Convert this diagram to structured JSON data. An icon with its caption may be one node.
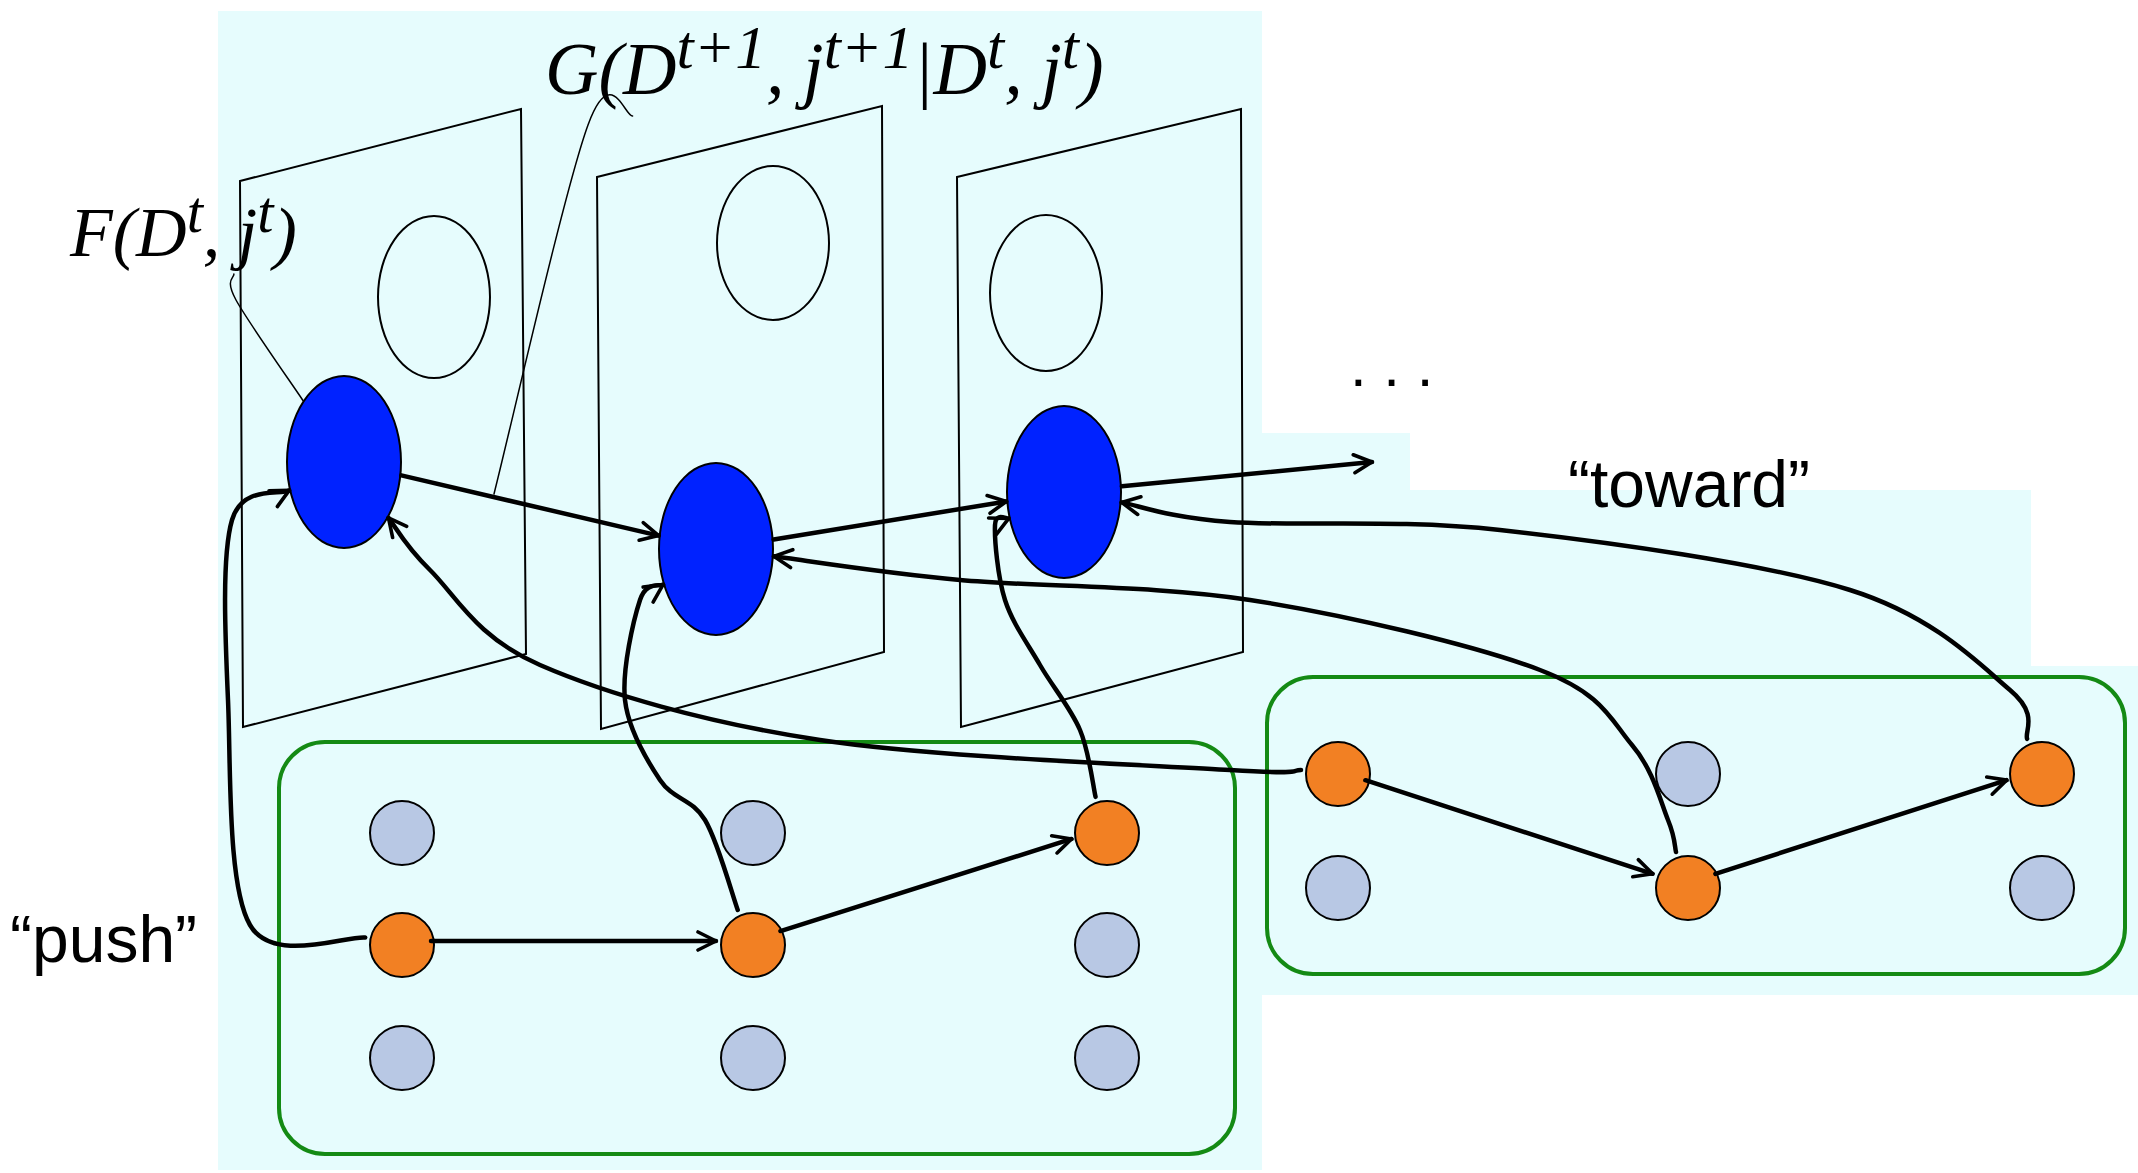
{
  "diagram": {
    "nodes": [
      {
        "text": [
          "F(D$^{t}$, j$^{t}$)"
        ]
      },
      {
        "text": [
          "G(D$^{t+1}$, j$^{t+1}$|D$^{t}$, j$^{t}$)"
        ]
      },
      {
        "text": [],
        "shape": "parallelogram"
      },
      {
        "text": [],
        "shape": "ellipse",
        "in": 2
      },
      {
        "text": [],
        "shape": "ellipse",
        "in": 2
      },
      {
        "text": [],
        "shape": "parallelogram"
      },
      {
        "text": [],
        "shape": "ellipse",
        "in": 5
      },
      {
        "text": [],
        "shape": "ellipse",
        "in": 5
      },
      {
        "text": [],
        "shape": "parallelogram"
      },
      {
        "text": [],
        "shape": "ellipse",
        "in": 8
      },
      {
        "text": [],
        "shape": "ellipse",
        "in": 8
      },
      {
        "text": [],
        "shape": "box"
      },
      {
        "text": [],
        "shape": "circle",
        "in": 11
      },
      {
        "text": [],
        "shape": "circle",
        "in": 11
      },
      {
        "text": [],
        "shape": "circle",
        "in": 11
      },
      {
        "text": [],
        "shape": "circle",
        "in": 11
      },
      {
        "text": [],
        "shape": "circle",
        "in": 11
      },
      {
        "text": [],
        "shape": "circle",
        "in": 11
      },
      {
        "text": [],
        "shape": "circle",
        "in": 11
      },
      {
        "text": [],
        "shape": "circle",
        "in": 11
      },
      {
        "text": [],
        "shape": "circle",
        "in": 11
      },
      {
        "text": [],
        "shape": "box"
      },
      {
        "text": [],
        "shape": "circle",
        "in": 21
      },
      {
        "text": [],
        "shape": "circle",
        "in": 21
      },
      {
        "text": [],
        "shape": "circle",
        "in": 21
      },
      {
        "text": [],
        "shape": "circle",
        "in": 21
      },
      {
        "text": [],
        "shape": "circle",
        "in": 21
      },
      {
        "text": [],
        "shape": "circle",
        "in": 21
      }
    ],
    "edges": [
      {
        "from": 0,
        "to": 4,
        "arrow": "none"
      },
      {
        "from": 1,
        "to": null,
        "arrow": "none"
      },
      {
        "from": 4,
        "to": 7,
        "arrow": "to"
      },
      {
        "from": 7,
        "to": 10,
        "arrow": "to"
      },
      {
        "from": 10,
        "to": null,
        "arrow": "to"
      },
      {
        "from": 15,
        "to": 4,
        "arrow": "to"
      },
      {
        "from": 15,
        "to": 16,
        "arrow": "to"
      },
      {
        "from": 16,
        "to": 7,
        "arrow": "to"
      },
      {
        "from": 16,
        "to": 14,
        "arrow": "to"
      },
      {
        "from": 14,
        "to": 10,
        "arrow": "to"
      },
      {
        "from": 22,
        "to": 4,
        "arrow": "to"
      },
      {
        "from": 22,
        "to": 26,
        "arrow": "to"
      },
      {
        "from": 26,
        "to": 7,
        "arrow": "to"
      },
      {
        "from": 26,
        "to": 24,
        "arrow": "to"
      },
      {
        "from": 24,
        "to": 10,
        "arrow": "to"
      }
    ],
    "labels": [
      ". . .",
      "“toward”",
      "“push”"
    ]
  }
}
